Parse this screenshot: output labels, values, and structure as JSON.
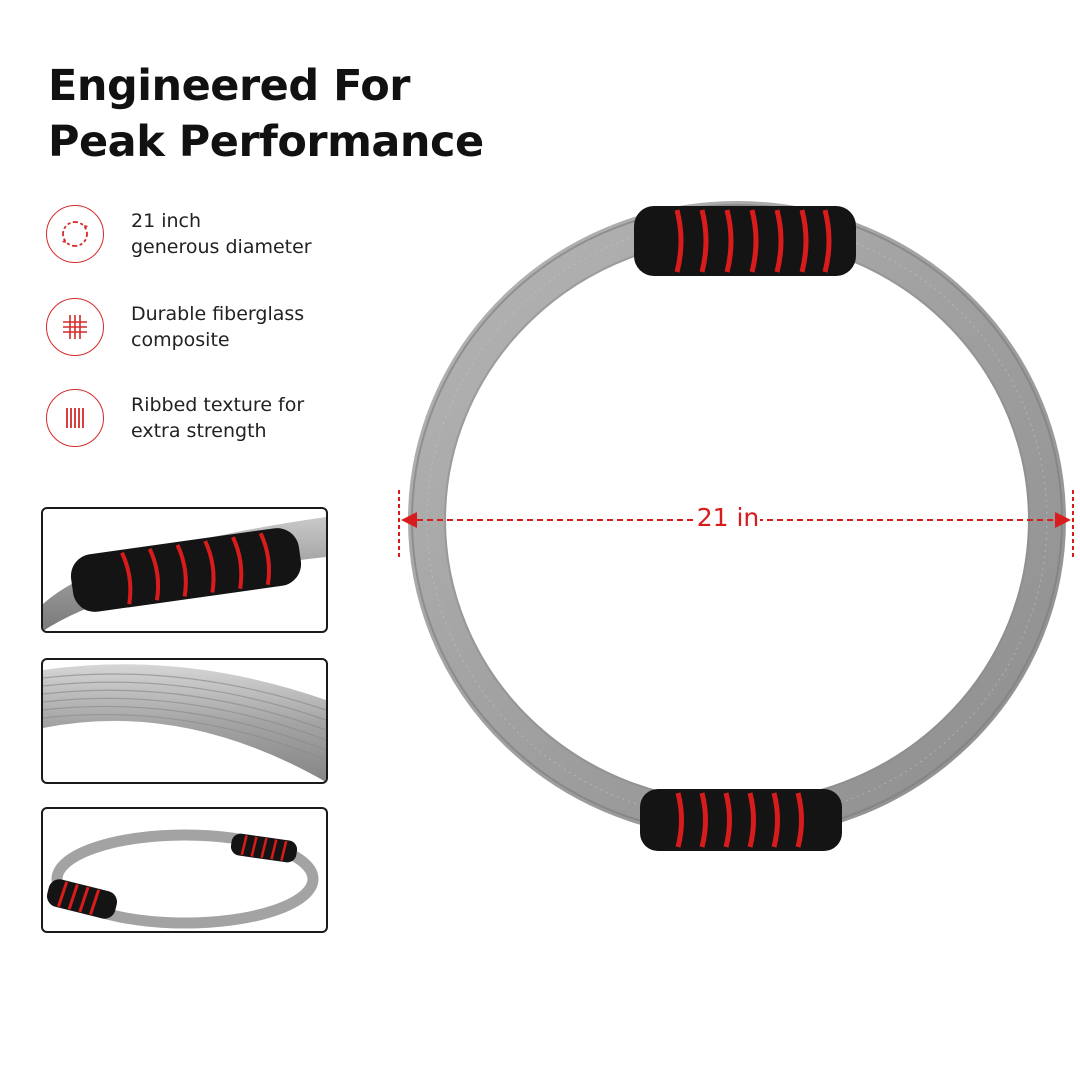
{
  "headline": {
    "line1": "Engineered For",
    "line2": "Peak Performance"
  },
  "features": [
    {
      "icon": "diameter-circle-icon",
      "line1": "21 inch",
      "line2": "generous diameter"
    },
    {
      "icon": "fiberglass-grid-icon",
      "line1": "Durable fiberglass",
      "line2": "composite"
    },
    {
      "icon": "ribbed-lines-icon",
      "line1": "Ribbed texture for",
      "line2": "extra strength"
    }
  ],
  "thumbnails": [
    {
      "name": "handle-closeup-thumbnail"
    },
    {
      "name": "ribbed-ring-closeup-thumbnail"
    },
    {
      "name": "ring-perspective-thumbnail"
    }
  ],
  "dimension": {
    "label": "21 in"
  },
  "colors": {
    "accent_red": "#d81c1c",
    "ring_gray": "#9a9a9a",
    "grip_black": "#141414",
    "text_dark": "#111111"
  }
}
